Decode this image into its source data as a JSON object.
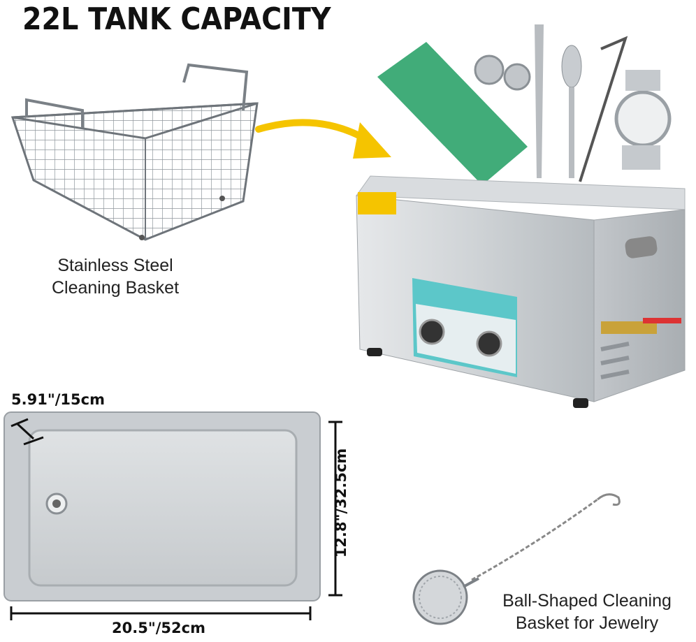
{
  "title": "22L TANK CAPACITY",
  "basket": {
    "caption_line1": "Stainless Steel",
    "caption_line2": "Cleaning Basket"
  },
  "jewelry_basket": {
    "caption_line1": "Ball-Shaped Cleaning",
    "caption_line2": "Basket for Jewelry"
  },
  "dimensions": {
    "depth": "5.91\"/15cm",
    "width": "20.5\"/52cm",
    "height": "12.8\"/32.5cm"
  },
  "colors": {
    "arrow": "#f5c400",
    "panel": "#5cc7c9",
    "steel": "#c9cdd1",
    "pcb": "#2ca36a"
  }
}
